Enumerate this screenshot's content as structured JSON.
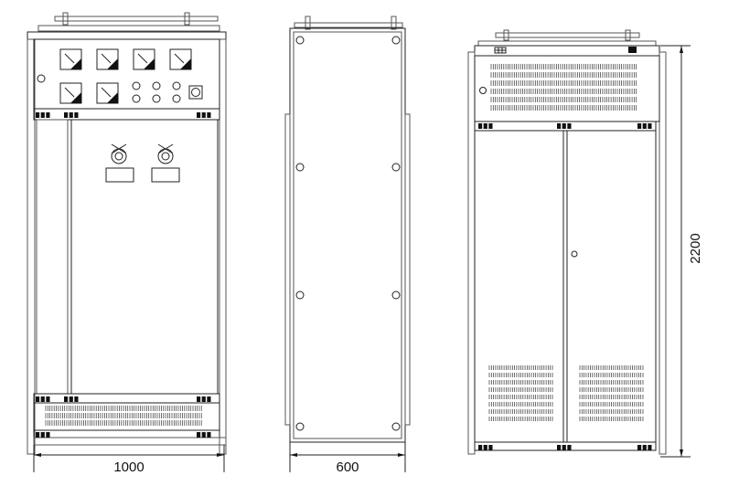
{
  "drawing": {
    "views": [
      {
        "name": "front-view",
        "width_label": "1000"
      },
      {
        "name": "side-view",
        "width_label": "600"
      },
      {
        "name": "rear-view",
        "height_label": "2200"
      }
    ],
    "colors": {
      "line": "#222222",
      "background": "#ffffff"
    }
  }
}
